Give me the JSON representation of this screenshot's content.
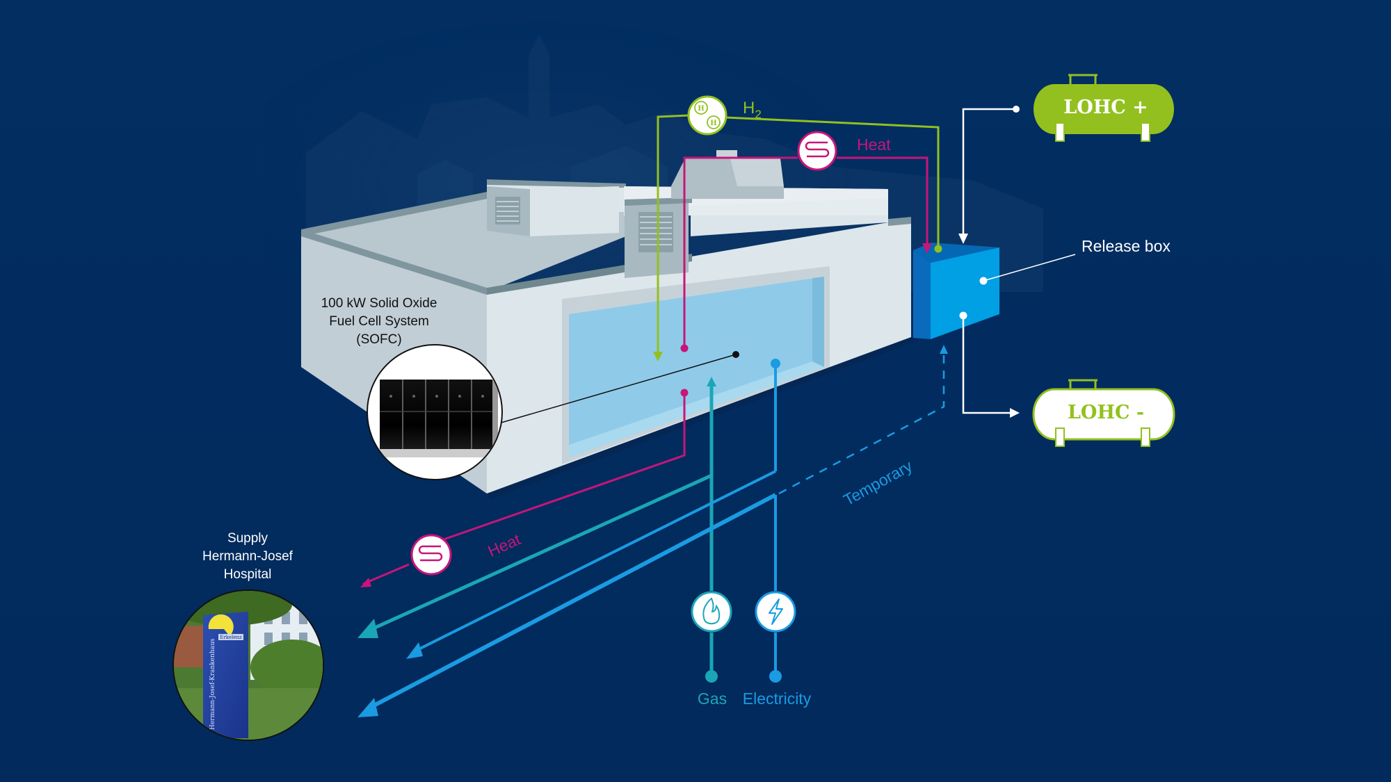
{
  "colors": {
    "background": "#022e62",
    "hydrogen": "#93c01f",
    "heat": "#c7157a",
    "gas": "#1aa6b7",
    "electricity": "#1a9be2",
    "release_box": "#019fe3",
    "white": "#ffffff"
  },
  "labels": {
    "h2": "H",
    "h2_sub": "2",
    "heat_top": "Heat",
    "heat_bottom": "Heat",
    "release_box": "Release box",
    "lohc_plus": "LOHC +",
    "lohc_minus": "LOHC -",
    "sofc_line1": "100 kW Solid Oxide",
    "sofc_line2": "Fuel Cell System",
    "sofc_line3": "(SOFC)",
    "supply_line1": "Supply",
    "supply_line2": "Hermann-Josef",
    "supply_line3": "Hospital",
    "temporary": "Temporary",
    "gas": "Gas",
    "electricity": "Electricity",
    "h_atom": "H",
    "sign_text": "Hermann-Josef-Krankenhaus",
    "sign_city": "Erkelenz"
  },
  "icons": {
    "hydrogen": "hydrogen-molecule-icon",
    "heat": "heating-coil-icon",
    "gas": "flame-icon",
    "electricity": "lightning-bolt-icon",
    "tank": "storage-tank-icon"
  }
}
